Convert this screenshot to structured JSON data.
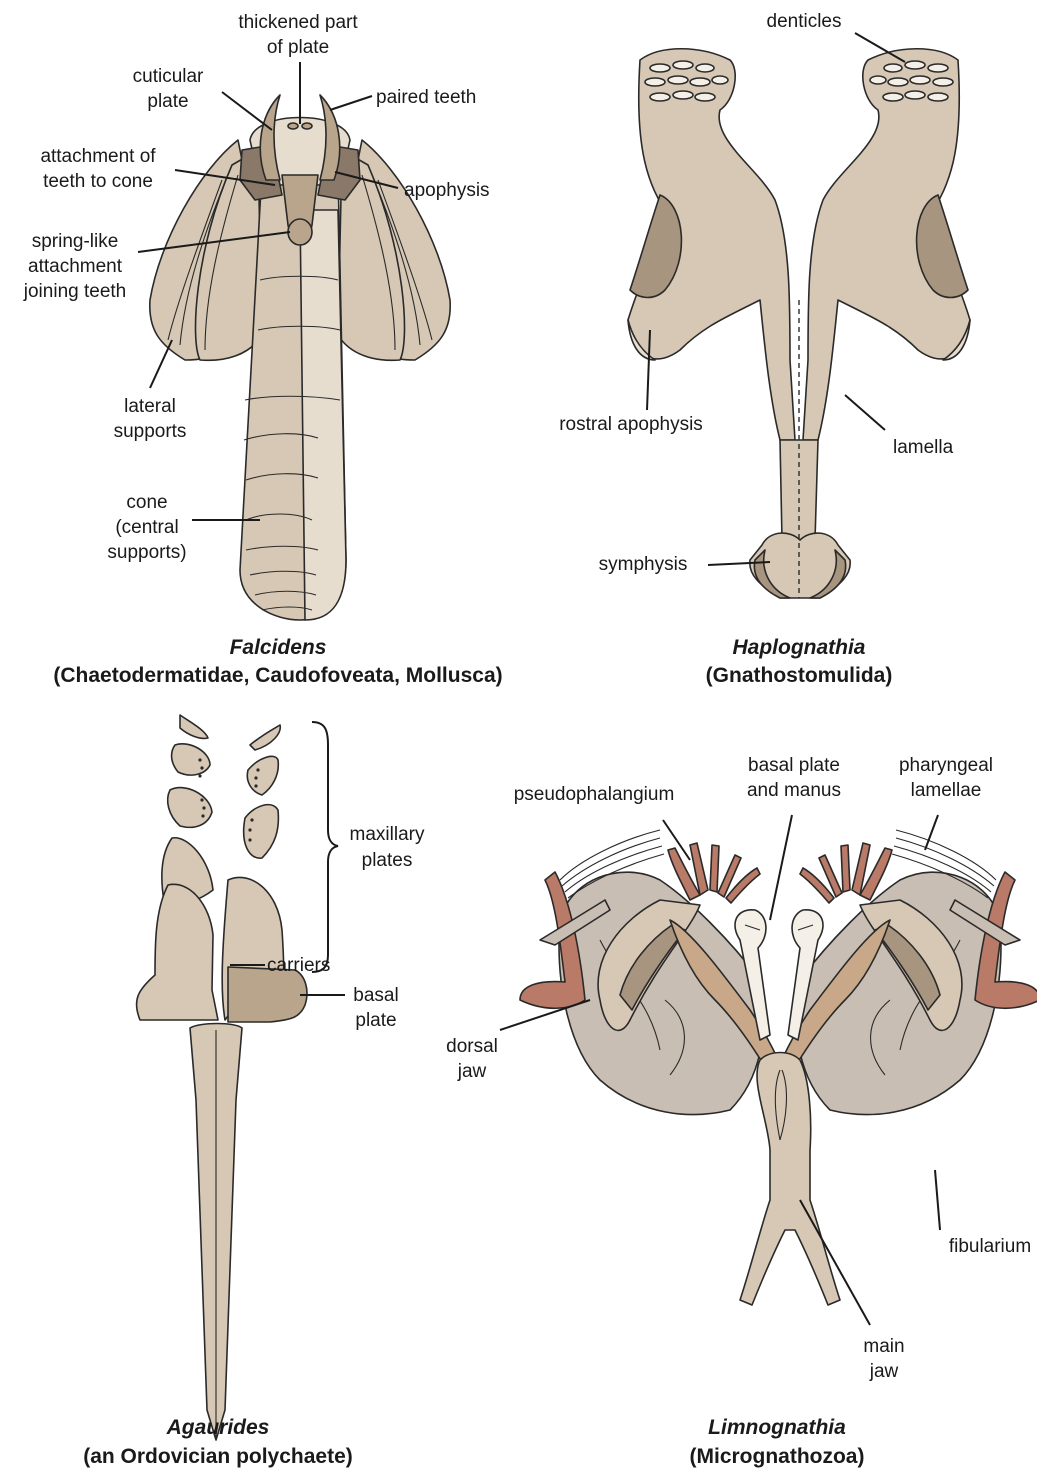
{
  "panels": {
    "falcidens": {
      "caption_genus": "Falcidens",
      "caption_group": "(Chaetodermatidae, Caudofoveata, Mollusca)",
      "labels": {
        "thickened_1": "thickened part",
        "thickened_2": "of plate",
        "cuticular_1": "cuticular",
        "cuticular_2": "plate",
        "paired_teeth": "paired teeth",
        "attachment_1": "attachment of",
        "attachment_2": "teeth to cone",
        "apophysis": "apophysis",
        "spring_1": "spring-like",
        "spring_2": "attachment",
        "spring_3": "joining teeth",
        "lateral_1": "lateral",
        "lateral_2": "supports",
        "cone_1": "cone",
        "cone_2": "(central",
        "cone_3": "supports)"
      }
    },
    "haplognathia": {
      "caption_genus": "Haplognathia",
      "caption_group": "(Gnathostomulida)",
      "labels": {
        "denticles": "denticles",
        "rostral_apophysis": "rostral apophysis",
        "lamella": "lamella",
        "symphysis": "symphysis"
      }
    },
    "agaurides": {
      "caption_genus": "Agaurides",
      "caption_group": "(an Ordovician polychaete)",
      "labels": {
        "maxillary_1": "maxillary",
        "maxillary_2": "plates",
        "basal_1": "basal",
        "basal_2": "plate",
        "carriers": "carriers"
      }
    },
    "limnognathia": {
      "caption_genus": "Limnognathia",
      "caption_group": "(Micrognathozoa)",
      "labels": {
        "pseudophalangium": "pseudophalangium",
        "basal_plate_1": "basal plate",
        "basal_plate_2": "and manus",
        "pharyngeal_1": "pharyngeal",
        "pharyngeal_2": "lamellae",
        "dorsal_1": "dorsal",
        "dorsal_2": "jaw",
        "fibularium": "fibularium",
        "main_jaw_1": "main",
        "main_jaw_2": "jaw"
      }
    }
  },
  "colors": {
    "tissue": "#d6c8b4",
    "tissue_light": "#e6ddcf",
    "tissue_dark": "#8a7868",
    "reddish": "#b97a68"
  }
}
